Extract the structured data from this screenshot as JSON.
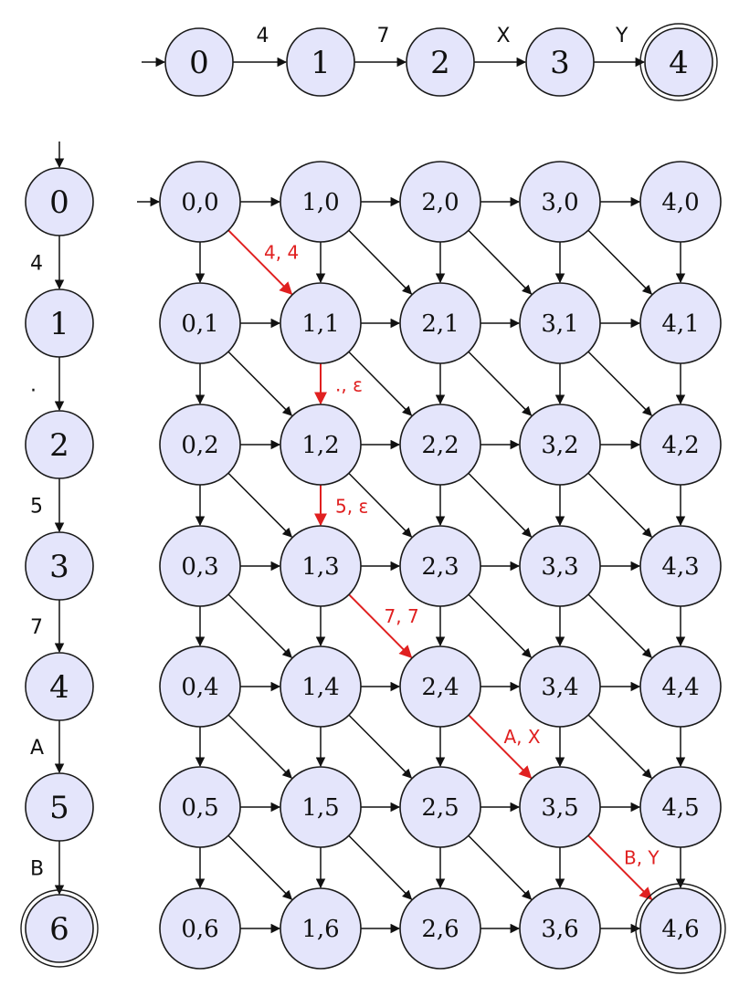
{
  "top_automaton": {
    "states": [
      "0",
      "1",
      "2",
      "3",
      "4"
    ],
    "transitions": [
      "4",
      "7",
      "X",
      "Y"
    ],
    "accepting": "4"
  },
  "left_automaton": {
    "states": [
      "0",
      "1",
      "2",
      "3",
      "4",
      "5",
      "6"
    ],
    "transitions": [
      "4",
      ".",
      "5",
      "7",
      "A",
      "B"
    ],
    "accepting": "6"
  },
  "product": {
    "columns": [
      "0",
      "1",
      "2",
      "3",
      "4"
    ],
    "rows": [
      "0",
      "1",
      "2",
      "3",
      "4",
      "5",
      "6"
    ],
    "highlighted_path": [
      {
        "from": "0,0",
        "to": "1,1",
        "label": "4, 4"
      },
      {
        "from": "1,1",
        "to": "1,2",
        "label": "., ε"
      },
      {
        "from": "1,2",
        "to": "1,3",
        "label": "5, ε"
      },
      {
        "from": "1,3",
        "to": "2,4",
        "label": "7, 7"
      },
      {
        "from": "2,4",
        "to": "3,5",
        "label": "A, X"
      },
      {
        "from": "3,5",
        "to": "4,6",
        "label": "B, Y"
      }
    ],
    "accepting": "4,6"
  },
  "colors": {
    "node_fill": "#e4e5fb",
    "stroke": "#111111",
    "highlight": "#e02020"
  }
}
